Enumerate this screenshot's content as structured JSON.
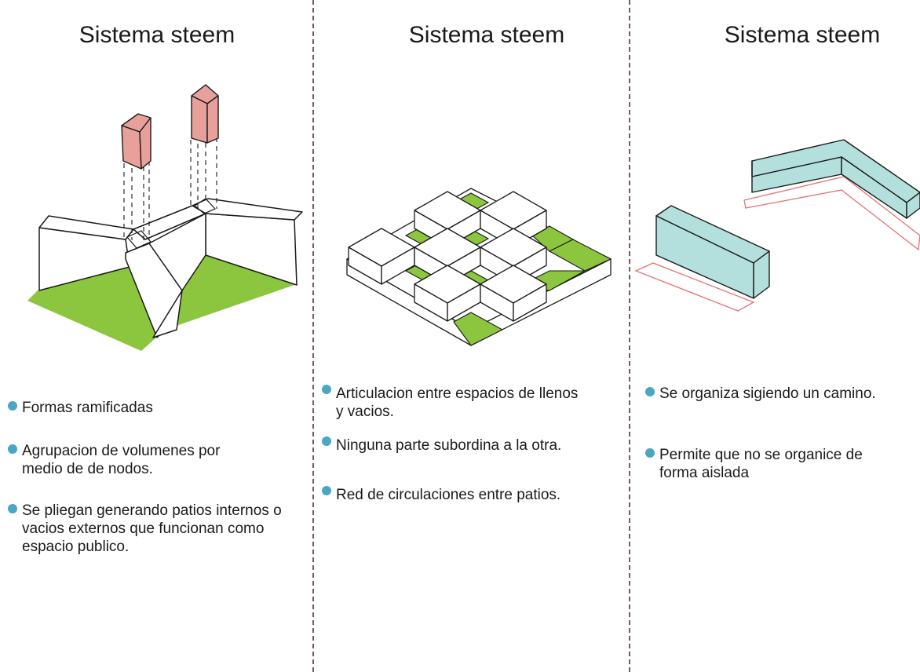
{
  "columns": [
    {
      "title": "Sistema steem",
      "bullets": [
        "Formas ramificadas",
        "Agrupacion de volumenes por medio de de nodos.",
        "Se pliegan generando patios internos o vacios externos que funcionan como espacio publico."
      ]
    },
    {
      "title": "Sistema steem",
      "bullets": [
        "Articulacion entre espacios de llenos y vacios.",
        "Ninguna parte subordina a la otra.",
        "Red de circulaciones entre patios."
      ]
    },
    {
      "title": "Sistema steem",
      "bullets": [
        "Se organiza sigiendo un camino.",
        "Permite que no se organice de forma aislada"
      ]
    }
  ],
  "colors": {
    "green": "#8cc63f",
    "pink": "#e8a09a",
    "teal": "#b3e0dc",
    "red_outline": "#e57373",
    "bullet": "#4aa6c2",
    "divider": "#7a5a5a"
  }
}
